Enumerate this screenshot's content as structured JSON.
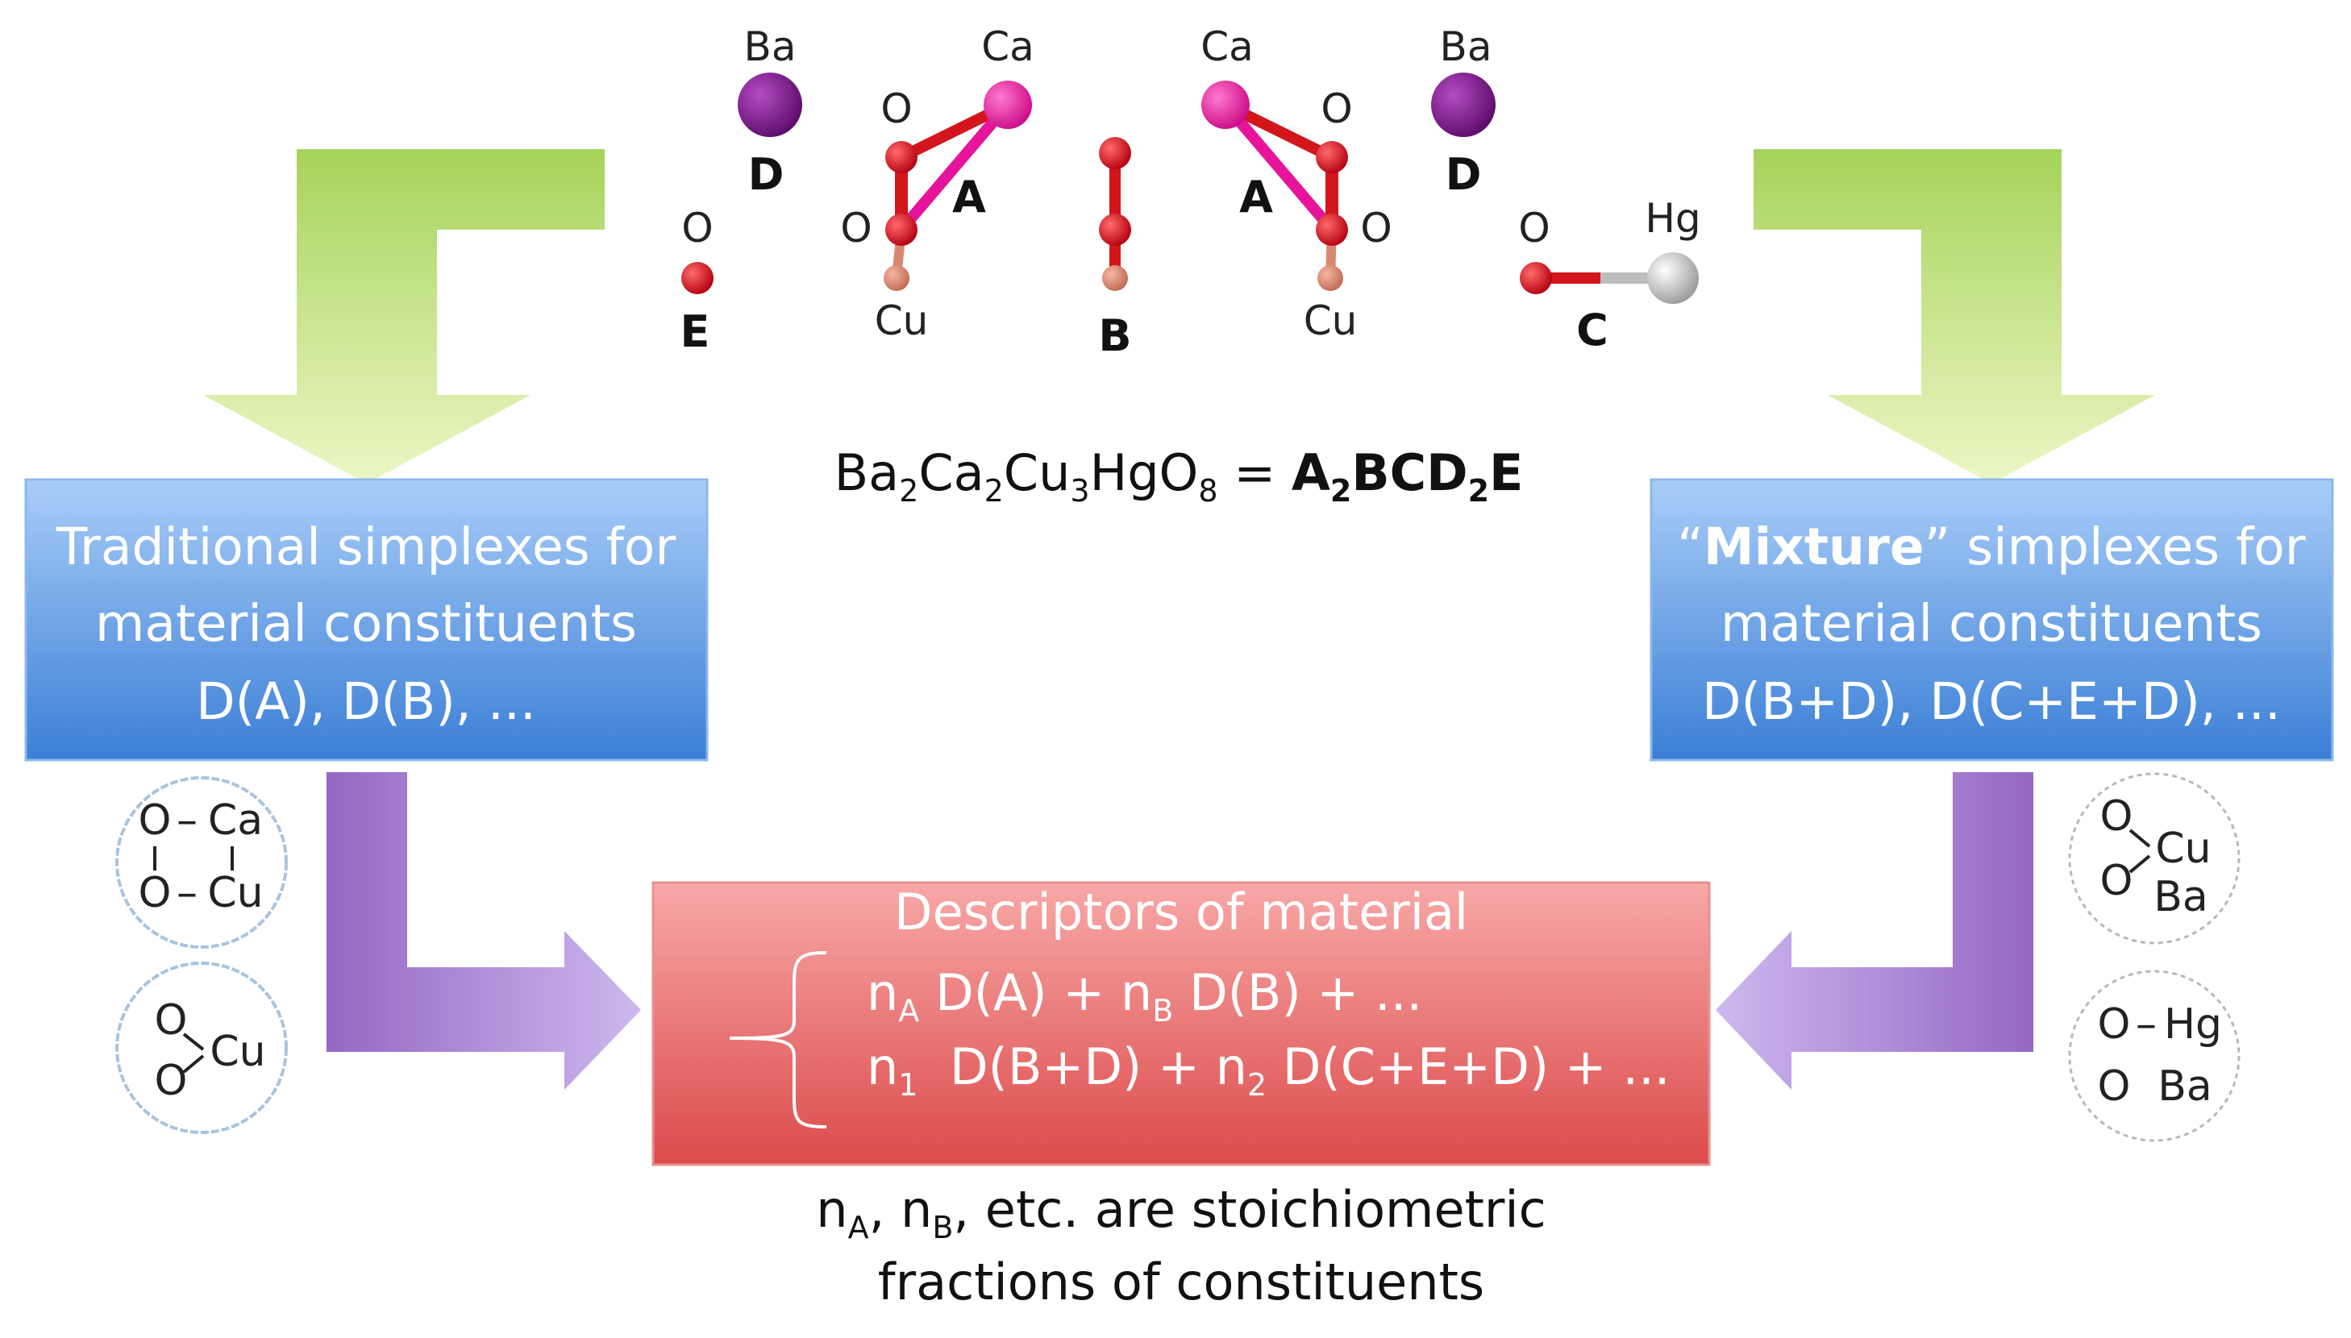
{
  "colors": {
    "green_arrow": "#c3e27e",
    "blue_box": "#5f9ee6",
    "red_box": "#e35b5b",
    "purple_arrow": "#a17fcc",
    "oxygen": "#d3151c",
    "calcium": "#e6149a",
    "barium": "#7a1a86",
    "copper": "#d98870",
    "mercury": "#bdbdbd"
  },
  "structure": {
    "atoms": {
      "ba_left": "Ba",
      "d_left": "D",
      "ca_left": "Ca",
      "o_left_top": "O",
      "o_left_mid": "O",
      "a_left": "A",
      "cu_left": "Cu",
      "o_e": "O",
      "e": "E",
      "b": "B",
      "ca_right": "Ca",
      "o_right_top": "O",
      "o_right_mid": "O",
      "a_right": "A",
      "cu_right": "Cu",
      "ba_right": "Ba",
      "d_right": "D",
      "o_c": "O",
      "hg": "Hg",
      "c": "C"
    }
  },
  "formula": {
    "lhs": [
      "Ba",
      "2",
      "Ca",
      "2",
      "Cu",
      "3",
      "HgO",
      "8"
    ],
    "eq": " = ",
    "rhs": [
      "A",
      "2",
      "BCD",
      "2",
      "E"
    ]
  },
  "left_box": {
    "line1": "Traditional simplexes for",
    "line2": "material constituents",
    "line3": "D(A), D(B), ..."
  },
  "right_box": {
    "quote_open": "“",
    "bold": "Mixture",
    "rest": "” simplexes for",
    "line2": "material constituents",
    "line3": "D(B+D), D(C+E+D), ..."
  },
  "descriptor_box": {
    "title": "Descriptors of material",
    "row1": [
      "n",
      "A",
      " D(A) + n",
      "B",
      " D(B) + ..."
    ],
    "row2": [
      "n",
      "1",
      "  D(B+D) + n",
      "2",
      " D(C+E+D) + ..."
    ]
  },
  "molecules": {
    "ring": {
      "o1": "O",
      "dash1": "–",
      "ca": "Ca",
      "o2": "O",
      "dash2": "–",
      "cu": "Cu"
    },
    "ocu": {
      "o1": "O",
      "o2": "O",
      "cu": "Cu"
    },
    "ocuba": {
      "o1": "O",
      "o2": "O",
      "cu": "Cu",
      "ba": "Ba"
    },
    "ohg": {
      "o1": "O",
      "dash": "–",
      "hg": "Hg",
      "o2": "O",
      "ba": "Ba"
    }
  },
  "caption": {
    "line1": [
      "n",
      "A",
      ", n",
      "B",
      ", etc. are stoichiometric"
    ],
    "line2": "fractions of constituents"
  }
}
